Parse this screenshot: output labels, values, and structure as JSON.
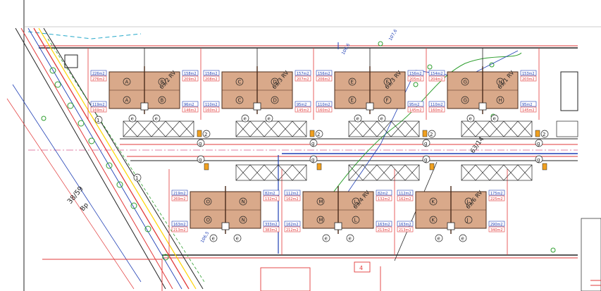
{
  "colors": {
    "house_fill": "#d9a98a",
    "house_stroke": "#4a2b1a",
    "boundary_red": "#e23a3a",
    "utility_blue": "#1f3fb5",
    "utility_green": "#2e9e2e",
    "utility_cyan": "#22a7c9",
    "ink": "#222222",
    "pink_parcel": "#d85a8a"
  },
  "houses_top": [
    {
      "letters": [
        "A",
        "B"
      ],
      "parcel_label": "63/2 RV",
      "area_tl": "226m2",
      "area_tl2": "276m2",
      "area_bl": "119m2",
      "area_bl2": "169m2",
      "area_tr": "158m2",
      "area_tr2": "209m2",
      "area_br": "96m2",
      "area_br2": "146m2"
    },
    {
      "letters": [
        "C",
        "D"
      ],
      "parcel_label": "63/3 RV",
      "area_tl": "158m2",
      "area_tl2": "208m2",
      "area_bl": "110m2",
      "area_bl2": "160m2",
      "area_tr": "157m2",
      "area_tr2": "207m2",
      "area_br": "95m2",
      "area_br2": "145m2"
    },
    {
      "letters": [
        "E",
        "F"
      ],
      "parcel_label": "63/3 RV",
      "area_tl": "156m2",
      "area_tl2": "206m2",
      "area_bl": "110m2",
      "area_bl2": "160m2",
      "area_tr": "156m2",
      "area_tr2": "205m2",
      "area_br": "95m2",
      "area_br2": "145m2"
    },
    {
      "letters": [
        "G",
        "H"
      ],
      "parcel_label": "63/1 RV",
      "area_tl": "154m2",
      "area_tl2": "204m2",
      "area_bl": "110m2",
      "area_bl2": "160m2",
      "area_tr": "153m2",
      "area_tr2": "203m2",
      "area_br": "95m2",
      "area_br2": "145m2"
    }
  ],
  "houses_bottom": [
    {
      "letters": [
        "O",
        "N"
      ],
      "parcel_label": "",
      "area_tl": "219m2",
      "area_tl2": "269m2",
      "area_bl": "163m2",
      "area_bl2": "213m2",
      "area_tr": "82m2",
      "area_tr2": "132m2",
      "area_br": "333m2",
      "area_br2": "383m2"
    },
    {
      "letters": [
        "M",
        "L"
      ],
      "parcel_label": "63/4 RV",
      "area_tl": "112m2",
      "area_tl2": "162m2",
      "area_bl": "162m2",
      "area_bl2": "212m2",
      "area_tr": "82m2",
      "area_tr2": "132m2",
      "area_br": "163m2",
      "area_br2": "213m2"
    },
    {
      "letters": [
        "K",
        "J"
      ],
      "parcel_label": "63/6 RV",
      "area_tl": "112m2",
      "area_tl2": "162m2",
      "area_bl": "163m2",
      "area_bl2": "213m2",
      "area_tr": "175m2",
      "area_tr2": "225m2",
      "area_br": "290m2",
      "area_br2": "340m2"
    }
  ],
  "parcel_numbers": {
    "left_parcel": "38/59",
    "left_parcel_suffix": "Bp",
    "road_parcel": "63/14"
  },
  "markers": {
    "g": "g",
    "e": "e",
    "num_1": "1",
    "num_2": "2",
    "num_4": "4"
  },
  "levels": {
    "level_top": "106,6",
    "level_top2": "107,6",
    "level_bottom": "106,5"
  }
}
